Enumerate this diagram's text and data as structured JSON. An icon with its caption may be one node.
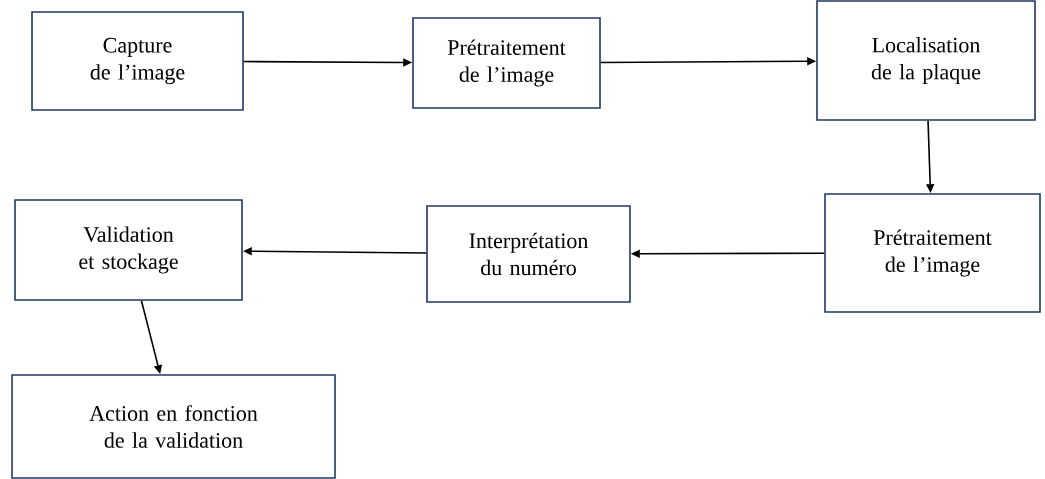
{
  "diagram": {
    "nodes": [
      {
        "text": [
          "Capture de l’image"
        ]
      },
      {
        "text": [
          "Prétraitement de l’image"
        ]
      },
      {
        "text": [
          "Localisation de la plaque"
        ]
      },
      {
        "text": [
          "Prétraitement de l’image"
        ]
      },
      {
        "text": [
          "Interprétation du numéro"
        ]
      },
      {
        "text": [
          "Validation et stockage"
        ]
      },
      {
        "text": [
          "Action en fonction de la validation"
        ]
      }
    ],
    "edges": [
      {
        "from": 0,
        "to": 1,
        "arrow": "to"
      },
      {
        "from": 1,
        "to": 2,
        "arrow": "to"
      },
      {
        "from": 2,
        "to": 3,
        "arrow": "to"
      },
      {
        "from": 3,
        "to": 4,
        "arrow": "to"
      },
      {
        "from": 4,
        "to": 5,
        "arrow": "to"
      },
      {
        "from": 5,
        "to": 6,
        "arrow": "to"
      }
    ]
  }
}
